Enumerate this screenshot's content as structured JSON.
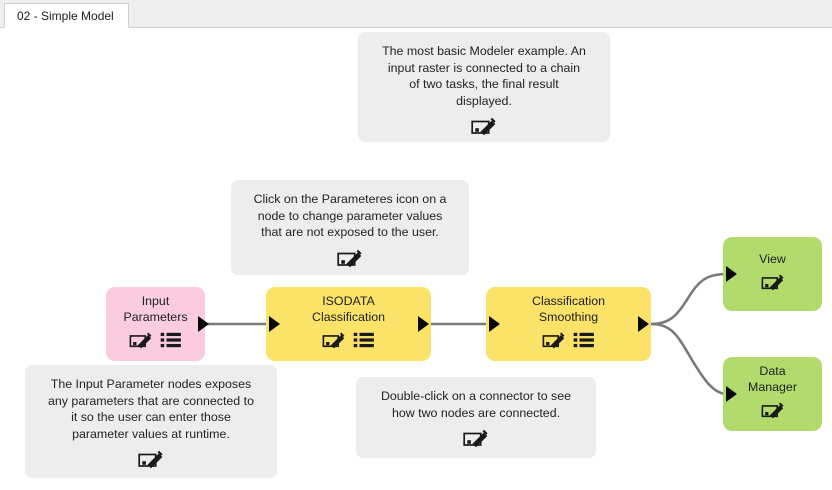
{
  "window": {
    "tab_label": "02 - Simple Model"
  },
  "colors": {
    "canvas": "#ffffff",
    "tabstrip": "#efefef",
    "comment_bg": "#ededed",
    "node_pink": "#fbcbe0",
    "node_yellow": "#fbe369",
    "node_green": "#b1dc6d",
    "connector": "#7a7a7a",
    "arrow": "#0a0a0a"
  },
  "comments": [
    {
      "id": "comment-overview",
      "text": "The most basic Modeler example. An\ninput raster is connected to a chain\nof two tasks, the final result\ndisplayed.",
      "icon": "edit-icon"
    },
    {
      "id": "comment-parameters",
      "text": "Click on the Parameteres icon on a\nnode to change parameter values\nthat are not exposed to the user.",
      "icon": "edit-icon"
    },
    {
      "id": "comment-input-parameter",
      "text": "The Input Parameter nodes exposes\nany parameters that are connected to\nit so the user can enter those\nparameter values at runtime.",
      "icon": "edit-icon"
    },
    {
      "id": "comment-connector",
      "text": "Double-click on a connector to see\nhow two nodes are connected.",
      "icon": "edit-icon"
    }
  ],
  "nodes": [
    {
      "id": "node-input-parameters",
      "label": "Input\nParameters",
      "color": "pink",
      "icons": [
        "edit-icon",
        "list-icon"
      ]
    },
    {
      "id": "node-isodata-classification",
      "label": "ISODATA\nClassification",
      "color": "yellow",
      "icons": [
        "edit-icon",
        "list-icon"
      ]
    },
    {
      "id": "node-classification-smoothing",
      "label": "Classification\nSmoothing",
      "color": "yellow",
      "icons": [
        "edit-icon",
        "list-icon"
      ]
    },
    {
      "id": "node-view",
      "label": "View",
      "color": "green",
      "icons": [
        "edit-icon"
      ]
    },
    {
      "id": "node-data-manager",
      "label": "Data\nManager",
      "color": "green",
      "icons": [
        "edit-icon"
      ]
    }
  ]
}
